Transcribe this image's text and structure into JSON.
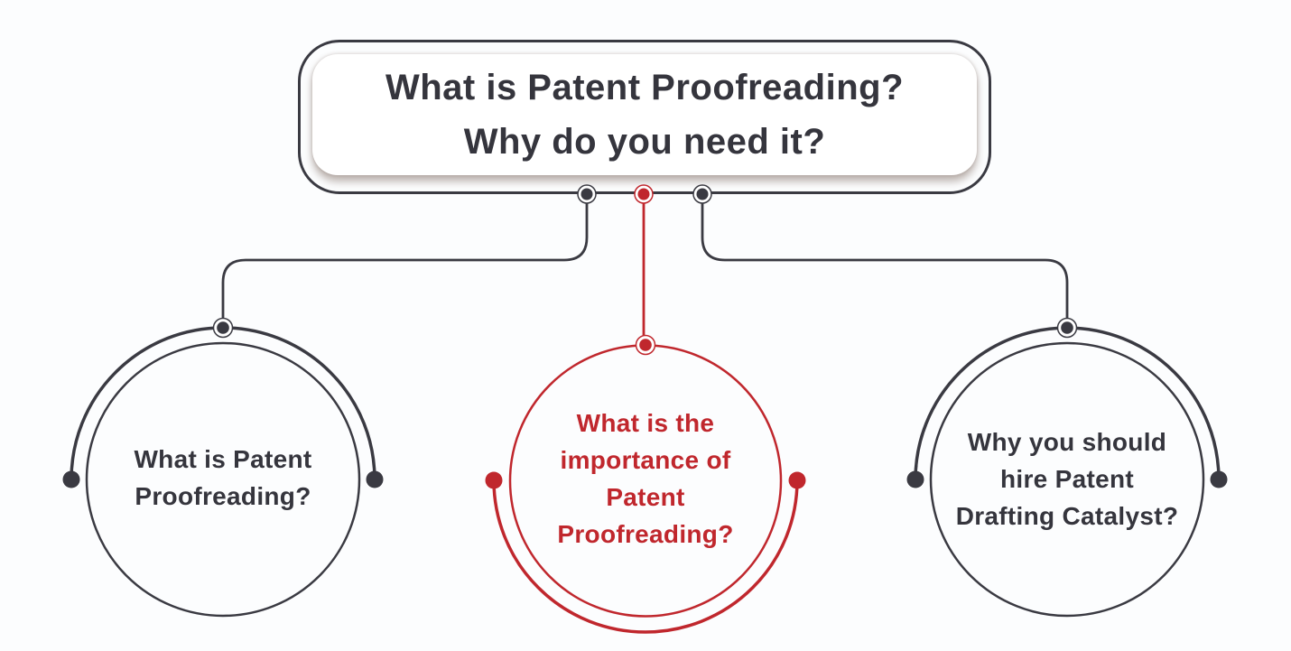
{
  "colors": {
    "dark": "#3a3a42",
    "red": "#c0272d",
    "background": "#fcfdfe",
    "title_text": "#35353d"
  },
  "title": {
    "line1": "What is Patent Proofreading?",
    "line2": "Why do you need it?"
  },
  "nodes": [
    {
      "id": "left",
      "color": "dark",
      "lines": [
        "What is Patent",
        "Proofreading?"
      ]
    },
    {
      "id": "center",
      "color": "red",
      "lines": [
        "What is the",
        "importance of",
        "Patent",
        "Proofreading?"
      ]
    },
    {
      "id": "right",
      "color": "dark",
      "lines": [
        "Why you should",
        "hire Patent",
        "Drafting Catalyst?"
      ]
    }
  ]
}
